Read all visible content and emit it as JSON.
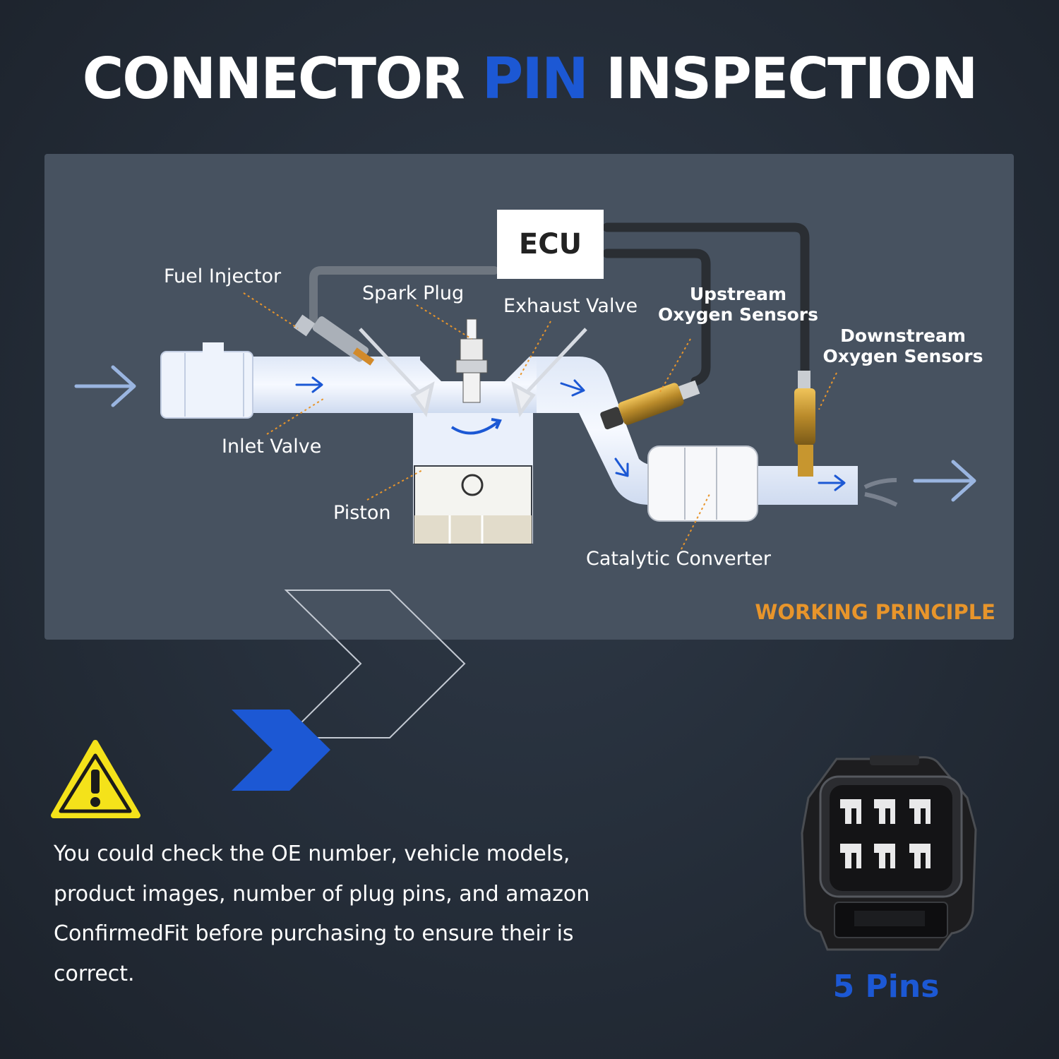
{
  "title": {
    "part1": "CONNECTOR",
    "part2": "PIN",
    "part3": "INSPECTION"
  },
  "diagram": {
    "ecu": "ECU",
    "labels": {
      "fuel_injector": "Fuel Injector",
      "spark_plug": "Spark Plug",
      "exhaust_valve": "Exhaust Valve",
      "upstream": "Upstream\nOxygen Sensors",
      "downstream": "Downstream\nOxygen Sensors",
      "inlet_valve": "Inlet Valve",
      "piston": "Piston",
      "catalytic_converter": "Catalytic Converter"
    },
    "caption": "WORKING PRINCIPLE"
  },
  "note": "You could check the OE number, vehicle models, product images, number of plug pins, and amazon ConfirmedFit before purchasing to ensure their is correct.",
  "connector": {
    "pins_label": "5 Pins"
  },
  "colors": {
    "accent_blue": "#1c58d4",
    "orange": "#e8952b",
    "panel": "#475260",
    "background": "#262f3b"
  }
}
